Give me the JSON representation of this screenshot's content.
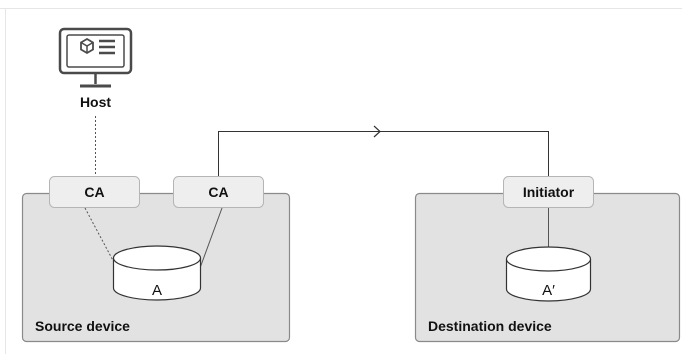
{
  "host": {
    "label": "Host",
    "icon": "monitor-cube-icon"
  },
  "source_device": {
    "label": "Source device",
    "ports": [
      "CA",
      "CA"
    ],
    "volume": "A"
  },
  "destination_device": {
    "label": "Destination device",
    "port": "Initiator",
    "volume": "A′"
  },
  "colors": {
    "device_fill": "#e2e2e2",
    "device_stroke": "#8a8a8a",
    "port_fill": "#eeeeee",
    "port_stroke": "#b5b5b5",
    "line": "#333333",
    "text": "#111111"
  }
}
